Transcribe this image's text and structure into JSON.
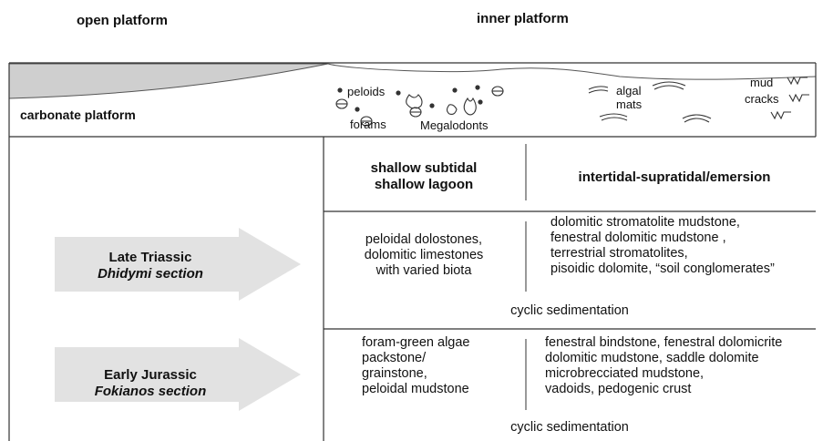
{
  "zones": {
    "open_platform": "open platform",
    "inner_platform": "inner platform"
  },
  "band": {
    "carbonate_platform": "carbonate platform",
    "peloids": "peloids",
    "forams": "forams",
    "megalodonts": "Megalodonts",
    "algal_mats_1": "algal",
    "algal_mats_2": "mats",
    "mud_cracks_1": "mud",
    "mud_cracks_2": "cracks"
  },
  "columns": {
    "subtidal_1": "shallow subtidal",
    "subtidal_2": "shallow lagoon",
    "intertidal": "intertidal-supratidal/emersion"
  },
  "rows": [
    {
      "age": "Late Triassic",
      "section": "Dhidymi section",
      "subtidal": [
        "peloidal dolostones,",
        "dolomitic limestones",
        "with varied biota"
      ],
      "intertidal": [
        "dolomitic stromatolite mudstone,",
        "fenestral dolomitic mudstone ,",
        "terrestrial stromatolites,",
        "pisoidic dolomite, “soil conglomerates”"
      ],
      "footer": "cyclic sedimentation"
    },
    {
      "age": "Early Jurassic",
      "section": "Fokianos section",
      "subtidal": [
        "foram-green algae",
        "packstone/",
        "grainstone,",
        "peloidal mudstone"
      ],
      "intertidal": [
        "fenestral bindstone, fenestral dolomicrite",
        "dolomitic mudstone, saddle dolomite",
        "microbrecciated mudstone,",
        "vadoids, pedogenic crust"
      ],
      "footer": "cyclic sedimentation"
    }
  ],
  "colors": {
    "band_fill": "#cfcfcf",
    "arrow_fill": "#e2e2e2",
    "line": "#333333"
  }
}
